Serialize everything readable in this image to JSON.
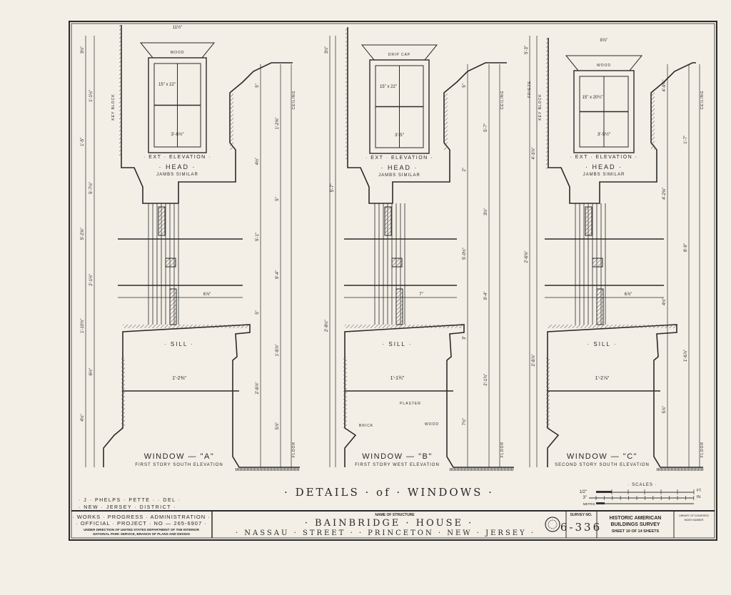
{
  "sheet": {
    "title": "· DETAILS · of · WINDOWS ·",
    "delineator": "· J · PHELPS · PETTE · · DEL ·",
    "district": "· NEW · JERSEY · DISTRICT ·",
    "wpa_line1": "· WORKS · PROGRESS · ADMINISTRATION ·",
    "wpa_line2": "· OFFICIAL · PROJECT · NO — 265-6907 ·",
    "wpa_line3": "UNDER DIRECTION OF UNITED STATES DEPARTMENT OF THE INTERIOR",
    "wpa_line4": "NATIONAL PARK SERVICE, BRANCH OF PLANS AND DESIGN",
    "structure_label": "NAME OF STRUCTURE",
    "structure_name": "· BAINBRIDGE · HOUSE ·",
    "address": "· NASSAU · STREET · · PRINCETON · NEW · JERSEY ·",
    "survey_label": "SURVEY NO.",
    "survey_no": "6-336",
    "habs_line1": "HISTORIC AMERICAN",
    "habs_line2": "BUILDINGS SURVEY",
    "habs_line3": "SHEET 10 OF 14 SHEETS",
    "loc_line1": "LIBRARY OF CONGRESS",
    "loc_line2": "INDEX NUMBER",
    "scales_label": "· SCALES ·",
    "scale_half": "1/2\"",
    "scale_3": "3\"",
    "scale_metric": "METRIC",
    "scale_ft": "FT.",
    "scale_in": "IN."
  },
  "panels": [
    {
      "window": "WINDOW — \"A\"",
      "elevation": "FIRST STORY SOUTH ELEVATION",
      "ext": "· EXT · ELEVATION ·",
      "head": "· HEAD ·",
      "jambs": "JAMBS SIMILAR",
      "sill": "· SILL ·",
      "top_label": "WOOD",
      "pane": "15\" x 22\"",
      "sash_width": "3'-6½\"",
      "sill_width": "1'-2⅜\"",
      "ceiling": "CEILING",
      "floor": "FLOOR",
      "key_block": "KEY BLOCK",
      "dims_left": [
        "3½\"",
        "1'-1½\"",
        "1'-5\"",
        "5'-7½\"",
        "5'-2⅝\"",
        "2'-1½\"",
        "1'-10½\"",
        "6½\"",
        "4½\""
      ],
      "dims_right": [
        "5\"",
        "1'-2⅝\"",
        "4½\"",
        "5\"",
        "5'-1\"",
        "9'-4\"",
        "5\"",
        "1'-8⅞\"",
        "2'-8⅞\"",
        "5⅞\""
      ],
      "mullion_dim": "6⅞\"",
      "top_dim": "11½\""
    },
    {
      "window": "WINDOW — \"B\"",
      "elevation": "FIRST STORY WEST ELEVATION",
      "ext": "· EXT · ELEVATION ·",
      "head": "· HEAD ·",
      "jambs": "JAMBS SIMILAR",
      "sill": "· SILL ·",
      "top_label": "DRIP CAP",
      "pane": "15\" x 22\"",
      "sash_width": "3'-5\"",
      "sill_width": "1'-1¾\"",
      "ceiling": "CEILING",
      "floor": "FLOOR",
      "plaster": "PLASTER",
      "brick": "BRICK",
      "wood": "WOOD",
      "dims_left": [
        "3½\"",
        "5'-7\"",
        "2'-8½\""
      ],
      "dims_right": [
        "5\"",
        "5'-7\"",
        "2\"",
        "3½\"",
        "5'-0½\"",
        "9'-4\"",
        "3\"",
        "2'-1¾\"",
        "7½\""
      ],
      "mullion_dim": "7\"",
      "top_dim": ""
    },
    {
      "window": "WINDOW — \"C\"",
      "elevation": "SECOND STORY SOUTH ELEVATION",
      "ext": "· EXT · ELEVATION ·",
      "head": "· HEAD ·",
      "jambs": "JAMBS SIMILAR",
      "sill": "· SILL ·",
      "top_label": "WOOD",
      "pane": "15\" x 20¼\"",
      "sash_width": "3'-5½\"",
      "sill_width": "1'-2⅞\"",
      "ceiling": "CEILING",
      "floor": "FLOOR",
      "frieze": "FRIEZE",
      "key_block": "KEY BLOCK",
      "dims_left": [
        "5'-3\"",
        "4'-3⅞\"",
        "2'-6⅜\"",
        "2'-8⅞\""
      ],
      "dims_right": [
        "4'-9½\"",
        "1'-7\"",
        "4'-2⅝\"",
        "8'-9\"",
        "4½\"",
        "1'-6⅞\"",
        "5⅞\""
      ],
      "mullion_dim": "6⅞\"",
      "top_dim": "8⅞\""
    }
  ],
  "colors": {
    "paper": "#f3efe6",
    "ink": "#2a2a2a",
    "hatch": "#555555"
  }
}
